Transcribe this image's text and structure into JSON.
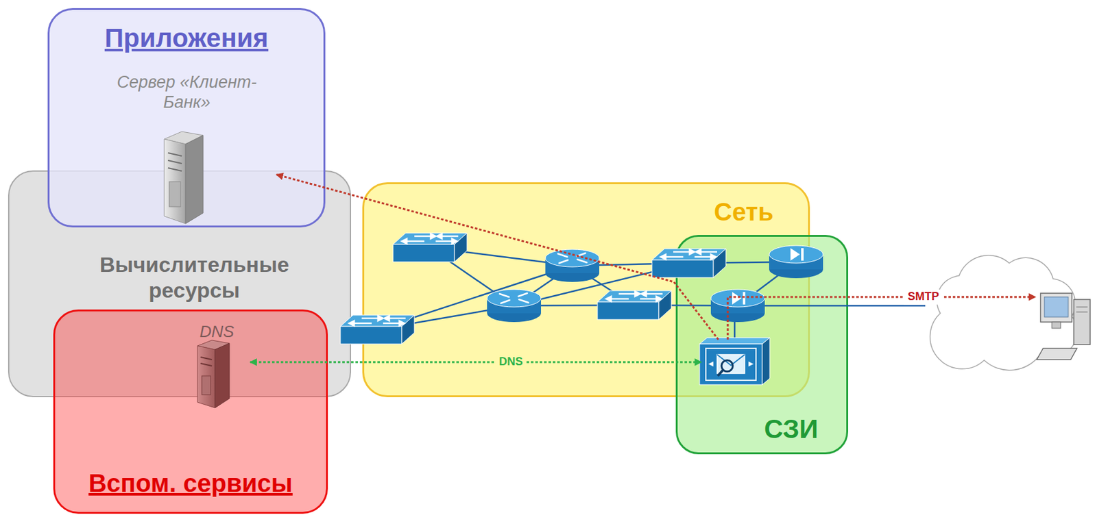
{
  "diagram": {
    "nodes": [
      {
        "text": [
          "Приложения"
        ]
      },
      {
        "text": [
          "Сервер «Клиент-Банк»"
        ],
        "in": 0
      },
      {
        "text": [
          "Вычислительные ресурсы"
        ]
      },
      {
        "text": [
          "Вспом. сервисы"
        ]
      },
      {
        "text": [
          "DNS"
        ],
        "in": 3
      },
      {
        "text": [
          "Сеть"
        ]
      },
      {
        "text": [
          "СЗИ"
        ]
      },
      {
        "text": [],
        "in": 6
      },
      {
        "text": []
      }
    ],
    "edges": [
      {
        "from": 7,
        "to": 1,
        "arrow": "to"
      },
      {
        "from": 4,
        "to": 7,
        "label": "DNS",
        "arrow": "both"
      },
      {
        "from": 7,
        "to": 8,
        "label": "SMTP",
        "arrow": "to"
      }
    ]
  }
}
